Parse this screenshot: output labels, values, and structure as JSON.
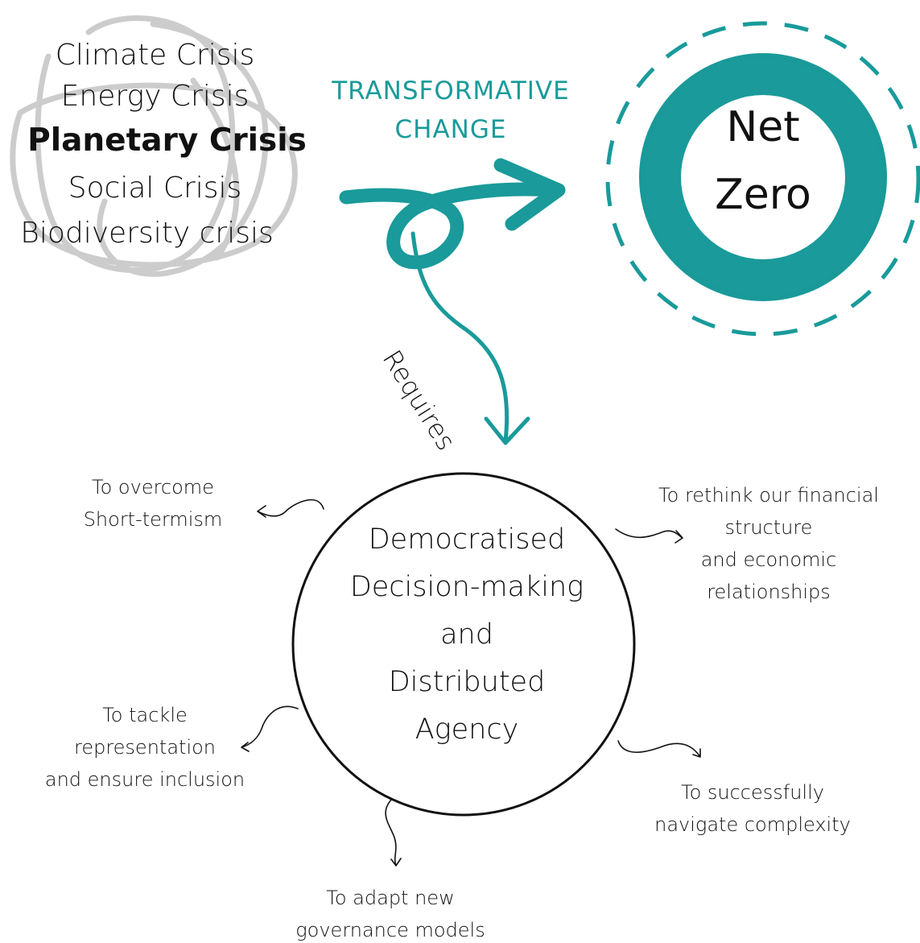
{
  "crises": [
    "Climate Crisis",
    "Energy Crisis",
    "Planetary Crisis",
    "Social Crisis",
    "Biodiversity crisis"
  ],
  "transformative": [
    "TRANSFORMATIVE",
    "CHANGE"
  ],
  "net_zero": [
    "Net",
    "Zero"
  ],
  "requires": "Requires",
  "center": [
    "Democratised",
    "Decision-making",
    "and",
    "Distributed",
    "Agency"
  ],
  "notes": {
    "short_termism": [
      "To overcome",
      "Short-termism"
    ],
    "financial": [
      "To rethink our financial",
      "structure",
      "and economic",
      "relationships"
    ],
    "representation": [
      "To tackle",
      "representation",
      "and ensure inclusion"
    ],
    "complexity": [
      "To  successfully",
      "navigate complexity"
    ],
    "governance": [
      "To adapt new",
      "governance models"
    ]
  },
  "colors": {
    "accent": "#1a9a9a",
    "scribble": "#cccccc",
    "ink": "#111111"
  }
}
